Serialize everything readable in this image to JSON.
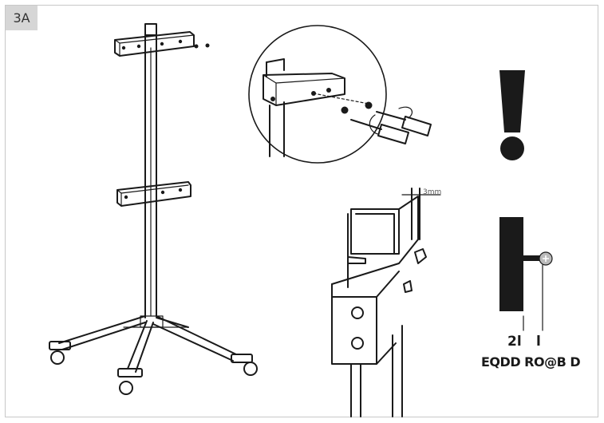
{
  "step_label": "3A",
  "dimension_label": "3mm",
  "gap_labels": {
    "left": "2l",
    "right": "l"
  },
  "caption": "EQDD RO@B D",
  "icons": [
    "warning-exclamation-icon",
    "screwdriver-icon",
    "screw-icon"
  ],
  "colors": {
    "line": "#1a1a1a",
    "border": "#c8c8c8",
    "step_badge": "#d6d6d6"
  }
}
